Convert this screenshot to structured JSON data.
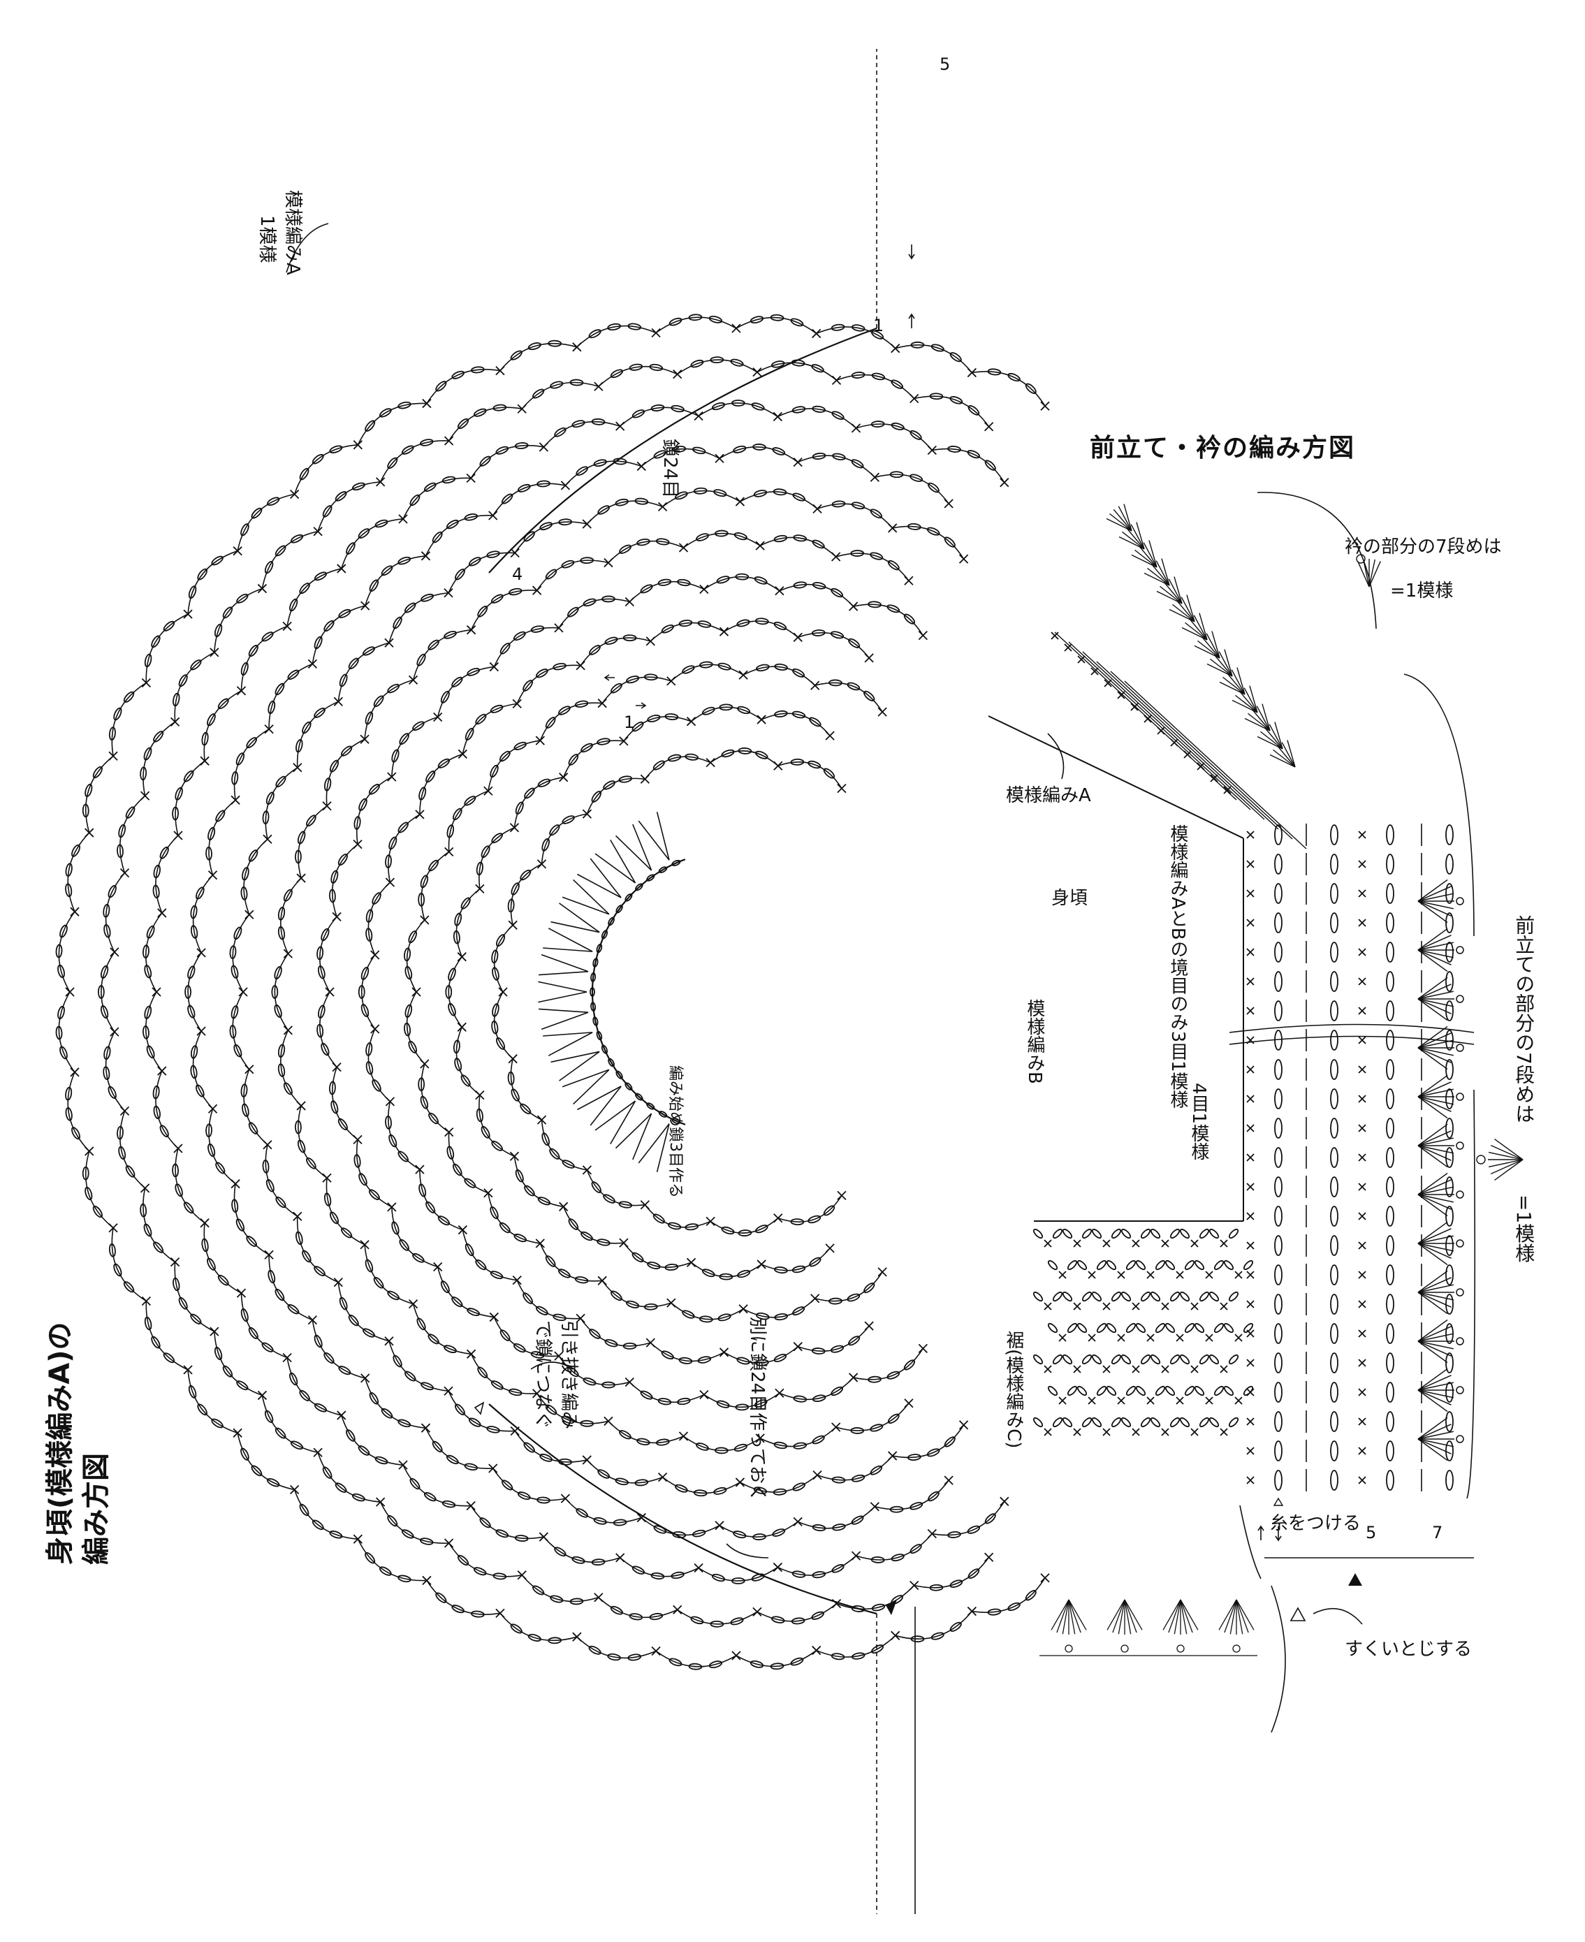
{
  "left_diagram": {
    "title_line1": "身頃(模様編みA)の",
    "title_line2": "編み方図",
    "label_pattern_a_1": "模様編みA",
    "label_pattern_a_2": "1模様",
    "label_chain_24": "鎖24目",
    "label_chain_3": "編み始め鎖3目作る",
    "label_slip_1": "引き抜き編み",
    "label_slip_2": "で鎖につなぐ",
    "label_separate_chain": "別に鎖24目作っておく",
    "row_numbers": [
      "5",
      "4",
      "1",
      "1"
    ]
  },
  "right_diagram": {
    "title": "前立て・衿の編み方図",
    "collar_note_1": "衿の部分の7段めは",
    "collar_note_2": "=1模様",
    "label_pattern_a": "模様編みA",
    "label_body": "身頃",
    "label_boundary": "模様編みAとBの境目のみ3目1模様",
    "label_pattern_b": "模様編みB",
    "label_4_stitch": "4目1模様",
    "label_hem_1": "裾",
    "label_hem_2": "(模様編みC)",
    "front_note": "前立ての部分の7段めは",
    "front_note_2": "=1模様",
    "label_attach": "糸をつける",
    "label_sukui": "すくいとじする",
    "row_numbers": [
      "5",
      "7"
    ]
  },
  "icons": [
    "arrow-up-icon",
    "arrow-down-icon",
    "filled-triangle-icon",
    "open-triangle-icon"
  ]
}
